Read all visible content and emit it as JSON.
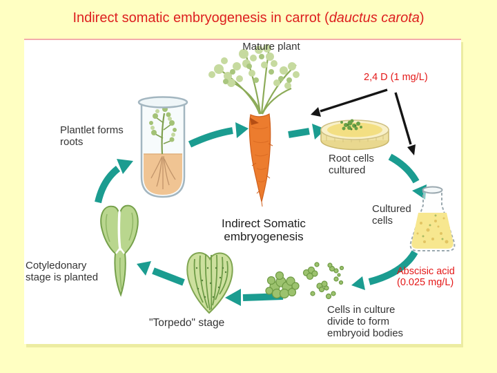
{
  "title": {
    "prefix": "Indirect somatic embryogenesis in carrot (",
    "species": "dauctus carota",
    "suffix": ")"
  },
  "diagram": {
    "labels": {
      "mature_plant": "Mature plant",
      "plantlet": [
        "Plantlet forms",
        "roots"
      ],
      "root_cells": [
        "Root cells",
        "cultured"
      ],
      "cultured_cells": [
        "Cultured",
        "cells"
      ],
      "center": [
        "Indirect Somatic",
        "embryogenesis"
      ],
      "cotyledonary": [
        "Cotyledonary",
        "stage is planted"
      ],
      "torpedo": "\"Torpedo\" stage",
      "embryoid": [
        "Cells in culture",
        "divide to form",
        "embryoid bodies"
      ],
      "auxin": "2,4 D (1 mg/L)",
      "aba": [
        "Abscisic acid",
        "(0.025 mg/L)"
      ]
    },
    "colors": {
      "background": "#FFFFC2",
      "title_red": "#DD1F1F",
      "annotation_red": "#E41818",
      "cycle_arrow_teal": "#1B9C90",
      "label_dark": "#343434"
    }
  }
}
